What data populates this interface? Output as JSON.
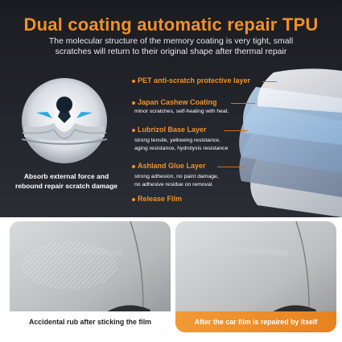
{
  "header": {
    "title": "Dual coating automatic repair TPU",
    "subtitle": "The molecular structure of the memory coating is very tight, small scratches will return to their original shape after thermal repair"
  },
  "left_caption": {
    "line1": "Absorb external force and",
    "line2": "rebound repair scratch damage"
  },
  "layers": [
    {
      "label": "PET anti-scratch protective layer",
      "desc": []
    },
    {
      "label": "Japan Cashew Coating",
      "desc": [
        "minor scratches, self-healing with heat."
      ]
    },
    {
      "label": "Lubrizol Base Layer",
      "desc": [
        "strong tensile, yellowing resistance,",
        "aging resistance, hydrolysis resistance"
      ]
    },
    {
      "label": "Ashland Glue Layer",
      "desc": [
        "strong adhesion, no paint damage,",
        "no adhesive residue on removal."
      ]
    },
    {
      "label": "Release Film",
      "desc": []
    }
  ],
  "comparison": {
    "before_label": "Accidental rub after sticking the film",
    "after_label": "After the car film is repaired by itself"
  },
  "colors": {
    "accent": "#f0902a",
    "background": "#1f2226"
  }
}
